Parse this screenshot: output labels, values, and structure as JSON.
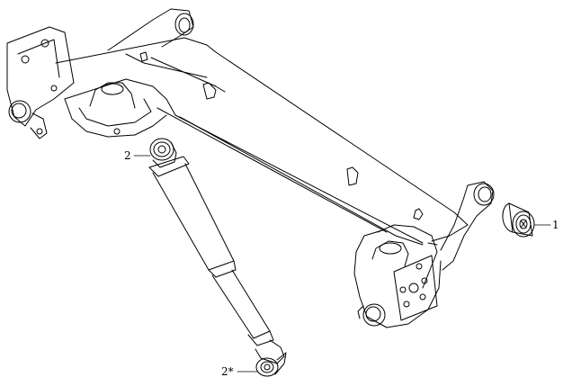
{
  "callouts": {
    "bushing_number": "1",
    "upper_shock_bushing_number": "2",
    "lower_shock_bushing_number": "2*"
  },
  "colors": {
    "ink": "#000000",
    "paper": "#ffffff"
  }
}
